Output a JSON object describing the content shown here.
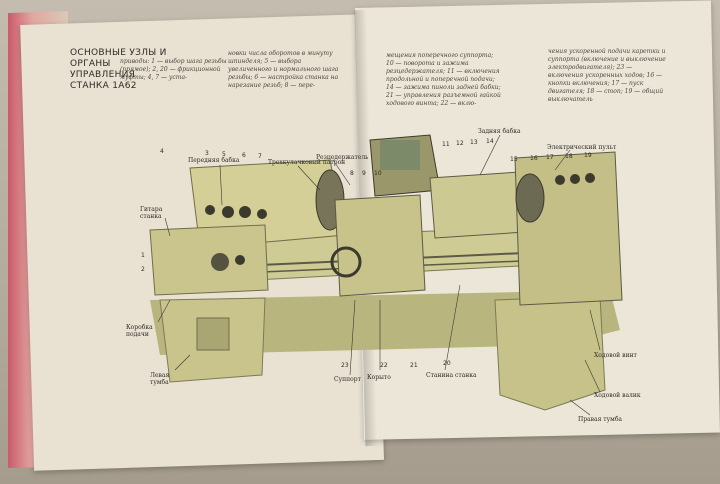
{
  "book": {
    "heading": "ОСНОВНЫЕ УЗЛЫ И ОРГАНЫ УПРАВЛЕНИЯ СТАНКА 1А62",
    "col1": "приводы: 1 — выбор шага резьбы (прямое); 2, 20 — фрикционной муфты; 4, 7 — уста-",
    "col2": "новки числа оборотов в минуту шпинделя; 5 — выбора увеличенного и нормального шага резьбы; 6 — настройка станка на нарезание резьб; 8 — пере-",
    "col3": "мещения поперечного суппорта; 10 — поворота и зажима резцедержателя; 11 — включения продольной и поперечной подачи; 14 — зажима пиноли задней бабки; 21 — управления разъемной гайкой ходового винта; 22 — вклю-",
    "col4": "чения ускоренной подачи каретки и суппорта (включение и выключение электродвигателя); 23 — включения ускоренных ходов; 16 — кнопки включения; 17 — пуск двигателя; 18 — стоп; 19 — общий выключатель"
  },
  "labels": {
    "front_headstock": "Передняя бабка",
    "chuck": "Трехкулачковый патрон",
    "cutter_holder": "Резцедержатель",
    "tailstock": "Задняя бабка",
    "electric_panel": "Электрический пульт",
    "guitar": "Гитара станка",
    "feed_box": "Коробка подачи",
    "left_pedestal": "Левая тумба",
    "carriage_support": "Суппорт",
    "apron": "Корыто",
    "bed": "Станина станка",
    "lead_screw": "Ходовой винт",
    "feed_shaft": "Ходовой валик",
    "right_pedestal": "Правая тумба"
  },
  "numbers": [
    "4",
    "3",
    "5",
    "6",
    "7",
    "8",
    "9",
    "10",
    "11",
    "12",
    "13",
    "14",
    "15",
    "16",
    "17",
    "18",
    "19",
    "1",
    "2",
    "23",
    "22",
    "21",
    "20"
  ],
  "colors": {
    "machine": "#c9c58f",
    "machine_shadow": "#a8a66f",
    "dark": "#4d4a3a"
  }
}
